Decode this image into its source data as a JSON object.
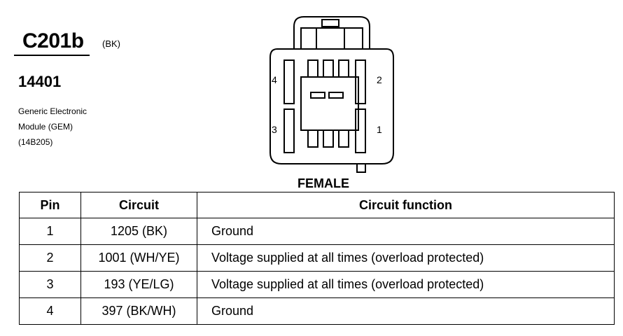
{
  "connector": {
    "id": "C201b",
    "color": "(BK)",
    "part_number": "14401",
    "description": [
      "Generic Electronic",
      "Module (GEM)",
      "(14B205)"
    ],
    "view": "FEMALE",
    "pin_labels": {
      "p1": "1",
      "p2": "2",
      "p3": "3",
      "p4": "4"
    }
  },
  "table": {
    "headers": {
      "pin": "Pin",
      "circuit": "Circuit",
      "function": "Circuit function"
    },
    "rows": [
      {
        "pin": "1",
        "circuit": "1205 (BK)",
        "function": "Ground"
      },
      {
        "pin": "2",
        "circuit": "1001 (WH/YE)",
        "function": "Voltage supplied at all times (overload protected)"
      },
      {
        "pin": "3",
        "circuit": "193 (YE/LG)",
        "function": "Voltage supplied at all times (overload protected)"
      },
      {
        "pin": "4",
        "circuit": "397 (BK/WH)",
        "function": "Ground"
      }
    ]
  }
}
